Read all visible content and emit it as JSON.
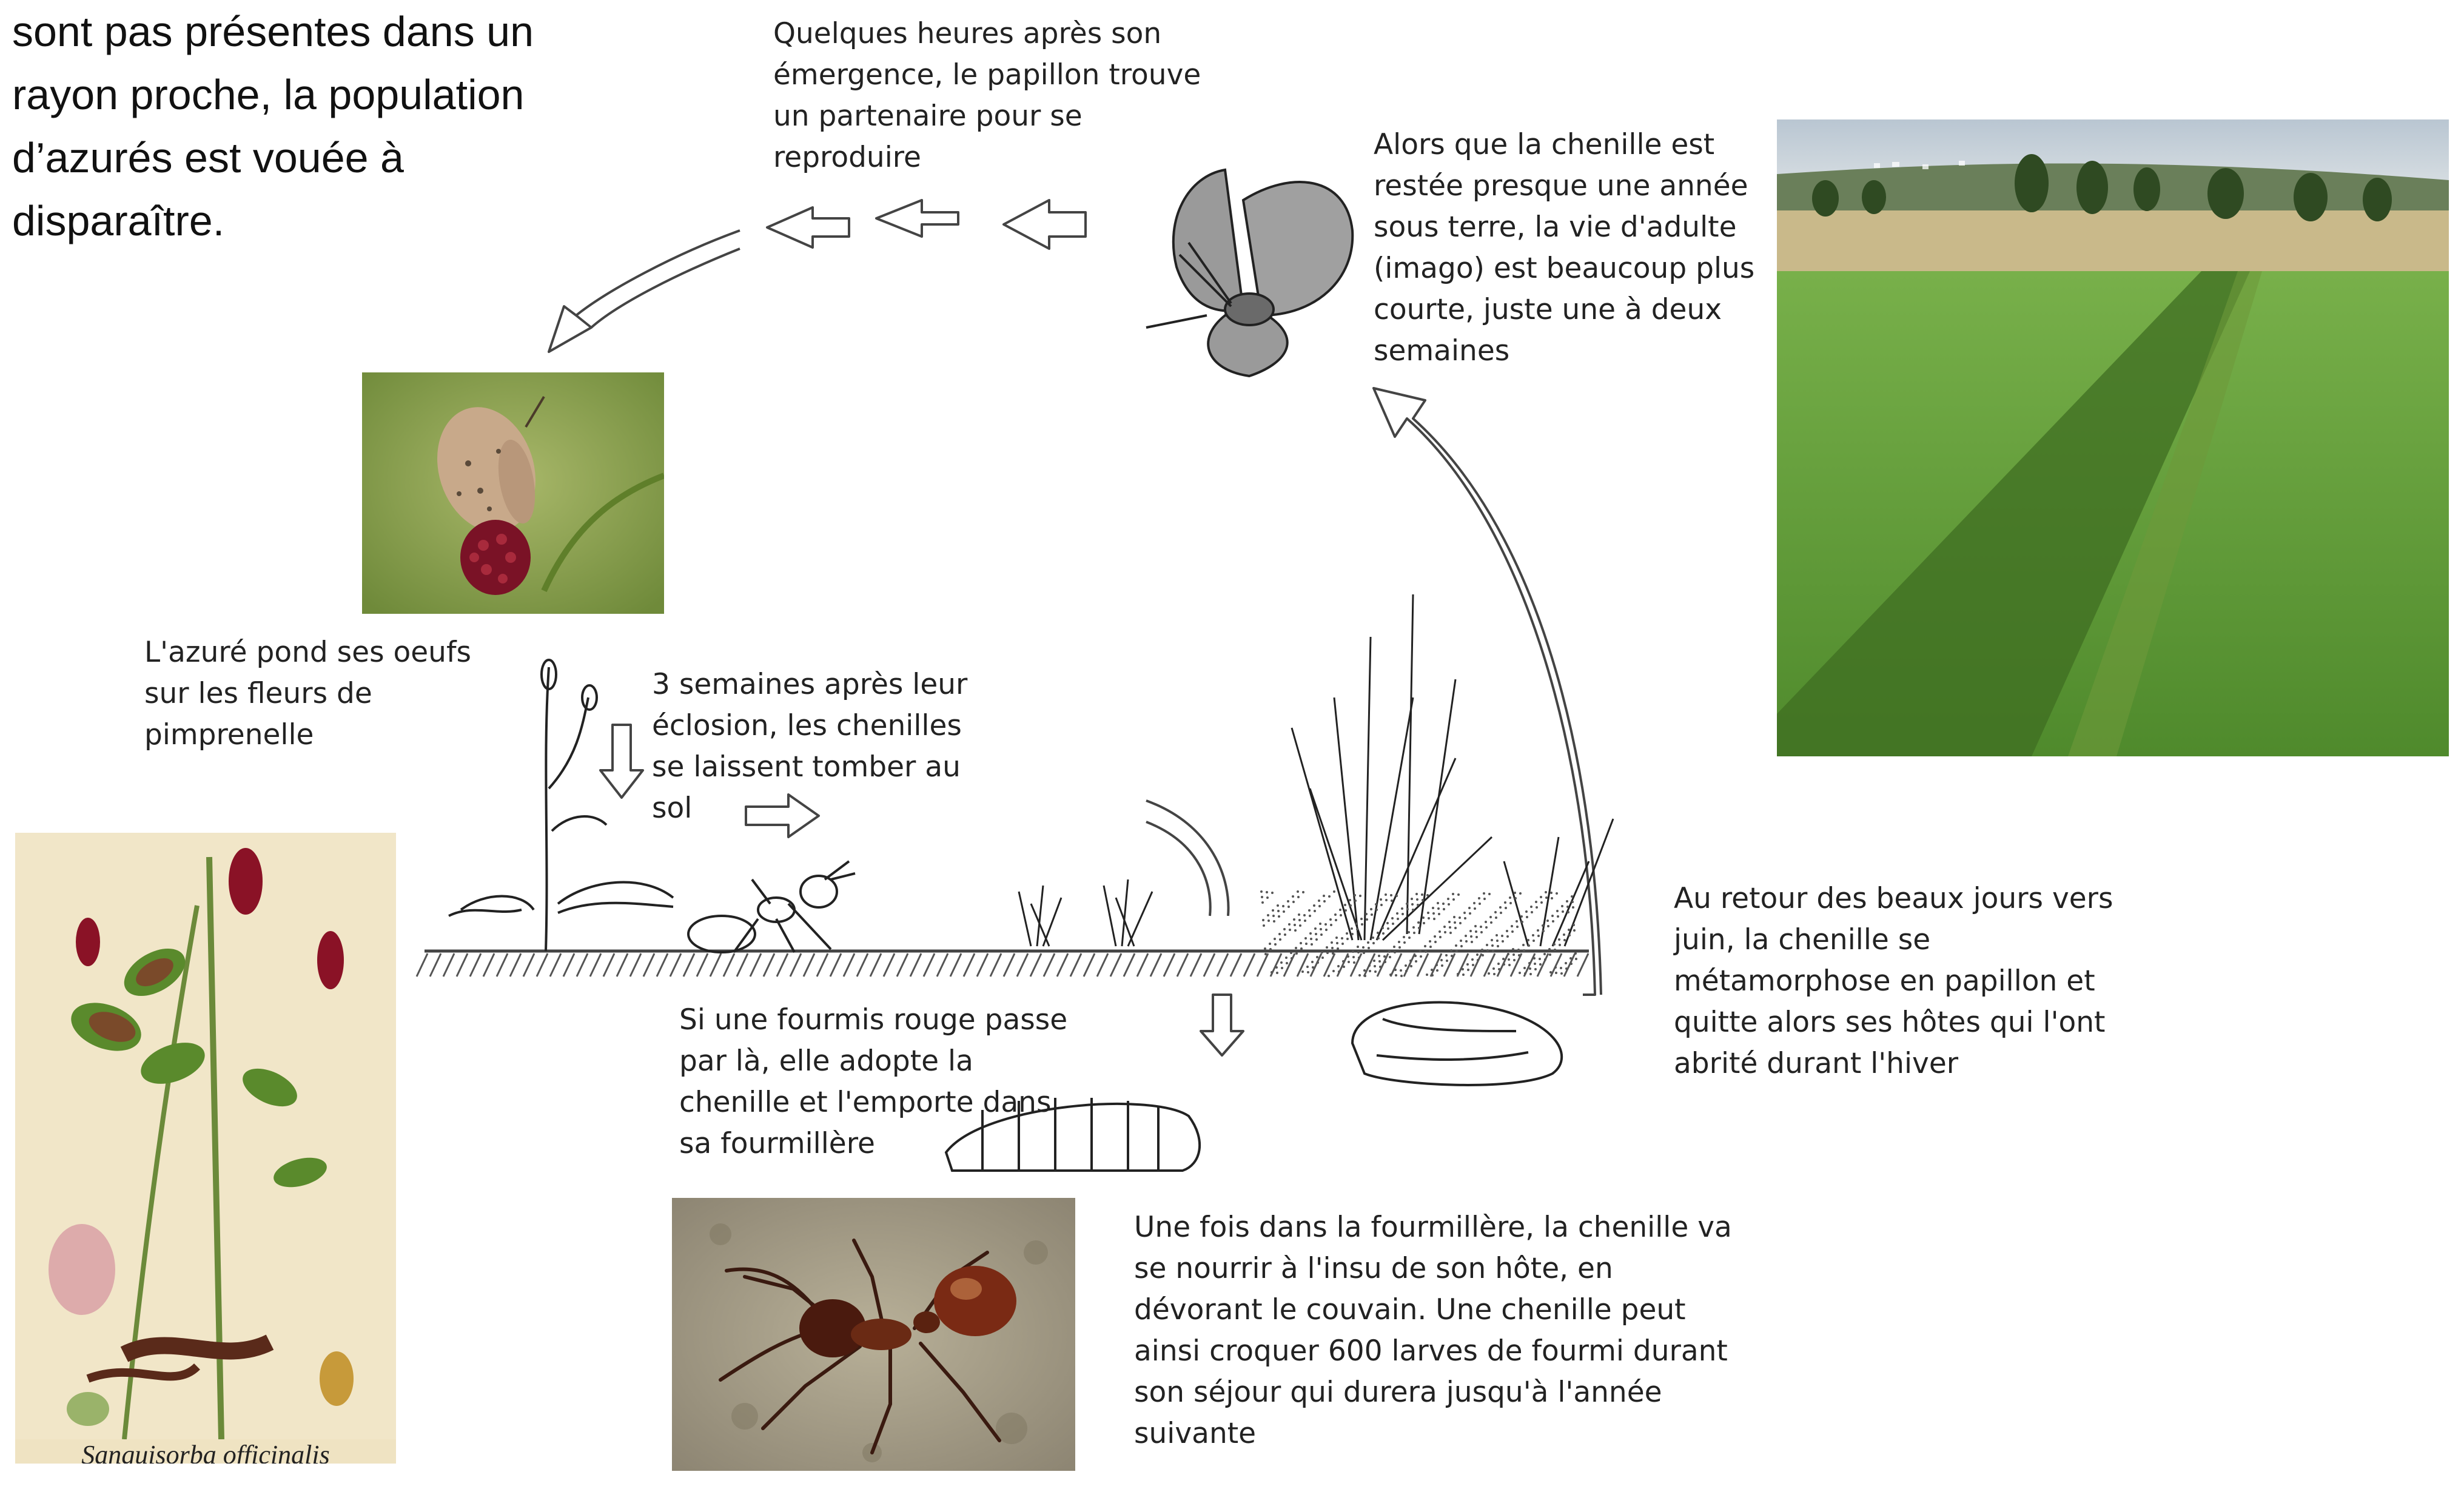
{
  "intro_text": "sont pas présentes dans un rayon proche, la population d’azurés est vouée à disparaître.",
  "steps": {
    "mating": "Quelques heures après son émergence, le papillon trouve un partenaire pour se reproduire",
    "adult_life": "Alors que la chenille est restée presque une année sous terre, la vie d'adulte (imago) est beaucoup plus courte, juste une à deux semaines",
    "egg_laying": "L'azuré pond ses oeufs sur les fleurs de pimprenelle",
    "hatching": "3 semaines après leur éclosion, les chenilles se laissent tomber au sol",
    "adoption": "Si une fourmis rouge passe par là, elle adopte la chenille et l'emporte dans sa fourmillère",
    "metamorphosis": "Au retour des beaux jours vers juin, la chenille se métamorphose en papillon et quitte alors ses hôtes qui l'ont abrité durant l'hiver",
    "feeding": "Une fois dans la fourmillère, la chenille va se nourrir à l'insu de son hôte, en dévorant le couvain. Une chenille peut ainsi croquer 600 larves de fourmi durant son séjour qui durera jusqu'à l'année suivante"
  },
  "plant_caption": "Sanguisorba officinalis",
  "icons": [
    "butterfly-icon",
    "ant-icon",
    "caterpillar-icon",
    "pupa-icon",
    "plant-icon",
    "grass-icon",
    "arrow-icon"
  ],
  "colors": {
    "butterfly": "#9a9a9a",
    "meadow": "#5f9a3a",
    "sky": "#c9d3dc",
    "ant": "#7a2a14",
    "flower": "#8a1a2a"
  }
}
